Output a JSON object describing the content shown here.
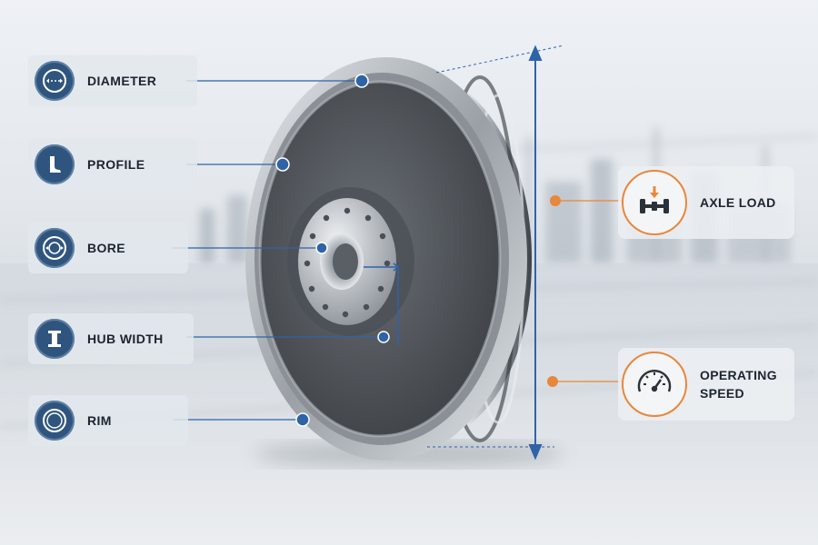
{
  "left_labels": [
    {
      "id": "diameter",
      "label": "DIAMETER",
      "icon": "diameter-icon"
    },
    {
      "id": "profile",
      "label": "PROFILE",
      "icon": "profile-icon"
    },
    {
      "id": "bore",
      "label": "BORE",
      "icon": "bore-icon"
    },
    {
      "id": "hub_width",
      "label": "HUB WIDTH",
      "icon": "hub-width-icon"
    },
    {
      "id": "rim",
      "label": "RIM",
      "icon": "rim-icon"
    }
  ],
  "right_labels": [
    {
      "id": "axle_load",
      "lines": [
        "AXLE LOAD"
      ],
      "icon": "axle-load-icon"
    },
    {
      "id": "operating_speed",
      "lines": [
        "OPERATING",
        "SPEED"
      ],
      "icon": "speedometer-icon"
    }
  ],
  "colors": {
    "label_icon_fill": "#2f557f",
    "leader_blue": "#2f63a8",
    "accent_orange": "#e8873a",
    "label_text": "#1d2430"
  }
}
